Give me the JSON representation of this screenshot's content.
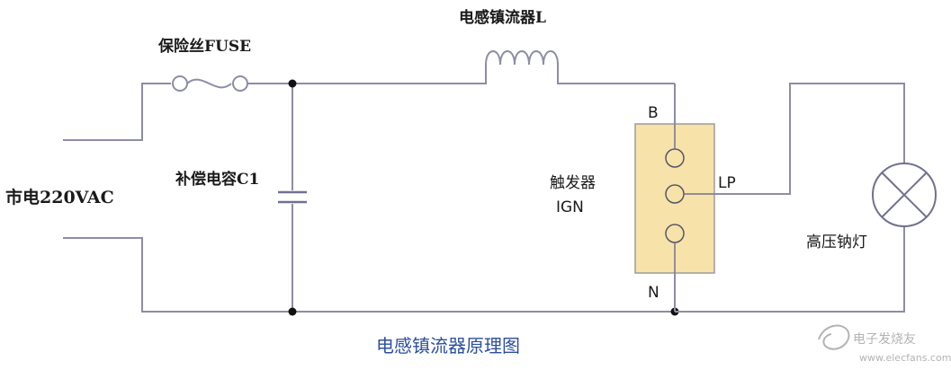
{
  "labels": {
    "mains": "市电220VAC",
    "fuse": "保险丝FUSE",
    "capacitor": "补偿电容C1",
    "inductor": "电感镇流器L",
    "igniter_line1": "触发器",
    "igniter_line2": "IGN",
    "terminal_b": "B",
    "terminal_n": "N",
    "terminal_lp": "LP",
    "lamp": "高压钠灯"
  },
  "caption": "电感镇流器原理图",
  "watermark": {
    "name": "电子发烧友",
    "url": "www.elecfans.com"
  },
  "colors": {
    "wire": "#8d8da7",
    "igniter_fill": "#f7e3a9",
    "caption": "#2d4fa0"
  }
}
